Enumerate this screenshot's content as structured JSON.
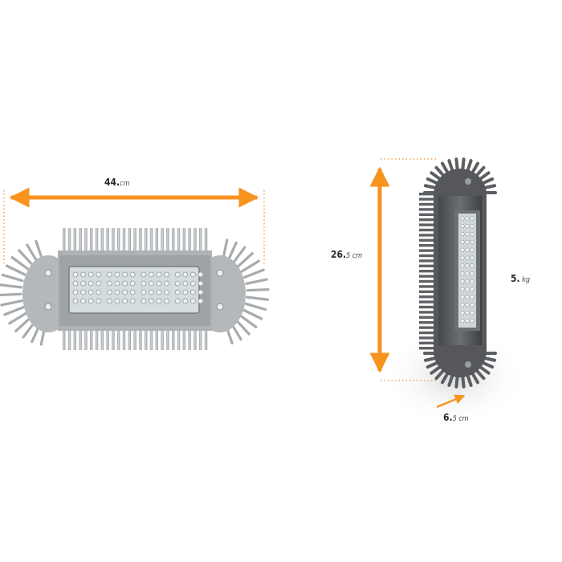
{
  "dimensions": {
    "width": {
      "value": "44.",
      "unit": "cm"
    },
    "height": {
      "value": "26.",
      "unit": "5 cm"
    },
    "depth": {
      "value": "6.",
      "unit": "5 cm"
    },
    "weight": {
      "value": "5.",
      "unit": " kg"
    }
  },
  "colors": {
    "arrow": "#F7931E",
    "dotted": "#F7A24A",
    "housing_light": "#B9BDC0",
    "housing_dark": "#5B5D60",
    "led_panel": "#D5DCE0"
  },
  "product_views": [
    "front-view-horizontal",
    "side-view-vertical"
  ]
}
